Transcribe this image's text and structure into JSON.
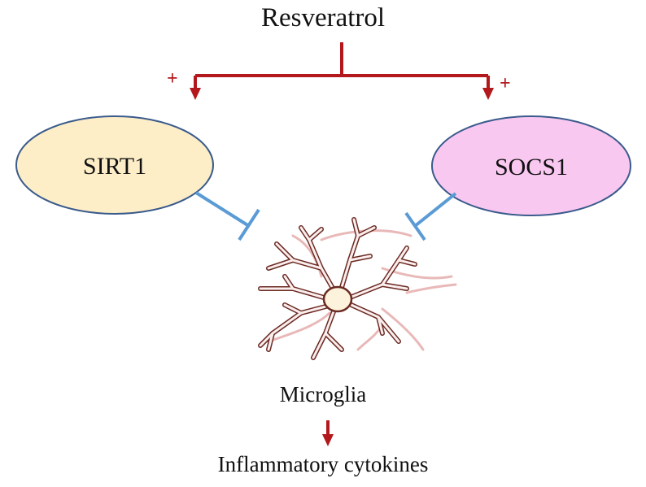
{
  "diagram": {
    "top_label": "Resveratrol",
    "left_node": {
      "label": "SIRT1",
      "fill": "#fdeec8"
    },
    "right_node": {
      "label": "SOCS1",
      "fill": "#f9c8f1"
    },
    "activation_sign": "+",
    "cell_label": "Microglia",
    "output_label": "Inflammatory cytokines"
  },
  "colors": {
    "activation_arrow": "#b3191c",
    "inhibition_line": "#5b9bd5",
    "node_border": "#3a5b8c",
    "microglia_outline": "#6b2a22",
    "microglia_process_fill": "#fbeeee",
    "microglia_background_processes": "#e8b9b8",
    "microglia_soma": "#fdf3dc"
  },
  "icons": [
    "microglia-cell-icon"
  ]
}
